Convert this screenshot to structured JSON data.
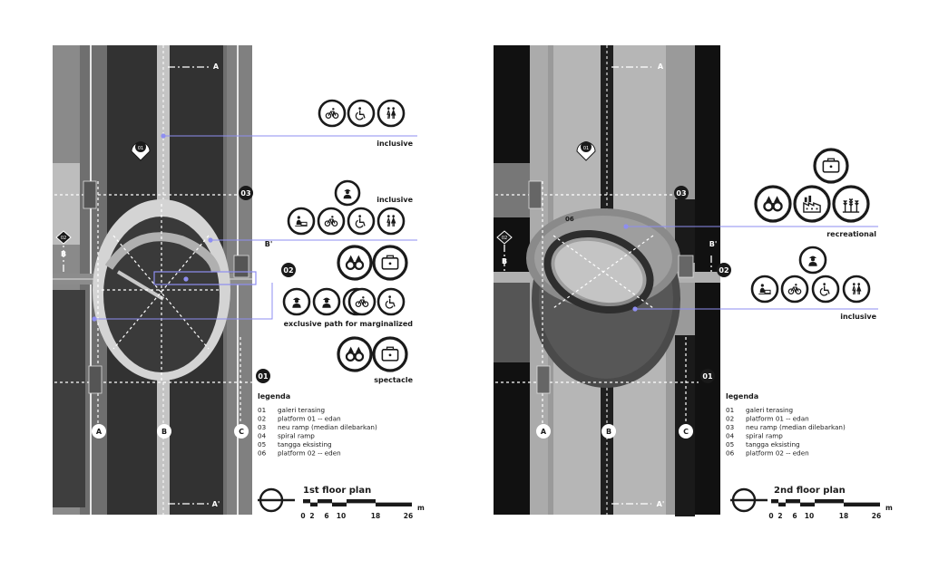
{
  "plans": [
    {
      "title": "1st floor plan",
      "legend_heading": "legenda",
      "legend": [
        {
          "num": "01",
          "text": "galeri terasing"
        },
        {
          "num": "02",
          "text": "platform 01 -- edan"
        },
        {
          "num": "03",
          "text": "neu ramp (median dilebarkan)"
        },
        {
          "num": "04",
          "text": "spiral ramp"
        },
        {
          "num": "05",
          "text": "tangga eksisting"
        },
        {
          "num": "06",
          "text": "platform 02 -- eden"
        }
      ],
      "callouts": [
        "inclusive",
        "inclusive",
        "exclusive path for marginalized",
        "spectacle"
      ],
      "section_labels": {
        "a": "A",
        "b": "B",
        "c": "C",
        "a_top": "A",
        "a_bottom": "A'",
        "b_left": "B",
        "b_right": "B'"
      },
      "point_labels": [
        "01",
        "02",
        "03"
      ],
      "scale_unit": "m",
      "scale_ticks": [
        "0",
        "2",
        "6",
        "10",
        "18",
        "26"
      ]
    },
    {
      "title": "2nd floor plan",
      "legend_heading": "legenda",
      "legend": [
        {
          "num": "01",
          "text": "galeri terasing"
        },
        {
          "num": "02",
          "text": "platform 01 -- edan"
        },
        {
          "num": "03",
          "text": "neu ramp (median dilebarkan)"
        },
        {
          "num": "04",
          "text": "spiral ramp"
        },
        {
          "num": "05",
          "text": "tangga eksisting"
        },
        {
          "num": "06",
          "text": "platform 02 -- eden"
        }
      ],
      "callouts": [
        "recreational",
        "inclusive"
      ],
      "section_labels": {
        "a": "A",
        "b": "B",
        "c": "C",
        "a_top": "A",
        "a_bottom": "A'",
        "b_left": "B",
        "b_right": "B'"
      },
      "point_labels": [
        "01",
        "02",
        "03"
      ],
      "area_label": "06",
      "scale_unit": "m",
      "scale_ticks": [
        "0",
        "2",
        "6",
        "10",
        "18",
        "26"
      ]
    }
  ],
  "icons": [
    "bicycle-icon",
    "wheelchair-icon",
    "pedestrians-icon",
    "worker-icon",
    "binoculars-icon",
    "camera-icon",
    "factory-icon",
    "crops-icon"
  ],
  "colors": {
    "callout_line": "#8e8ef0",
    "dark": "#1a1a1a"
  }
}
